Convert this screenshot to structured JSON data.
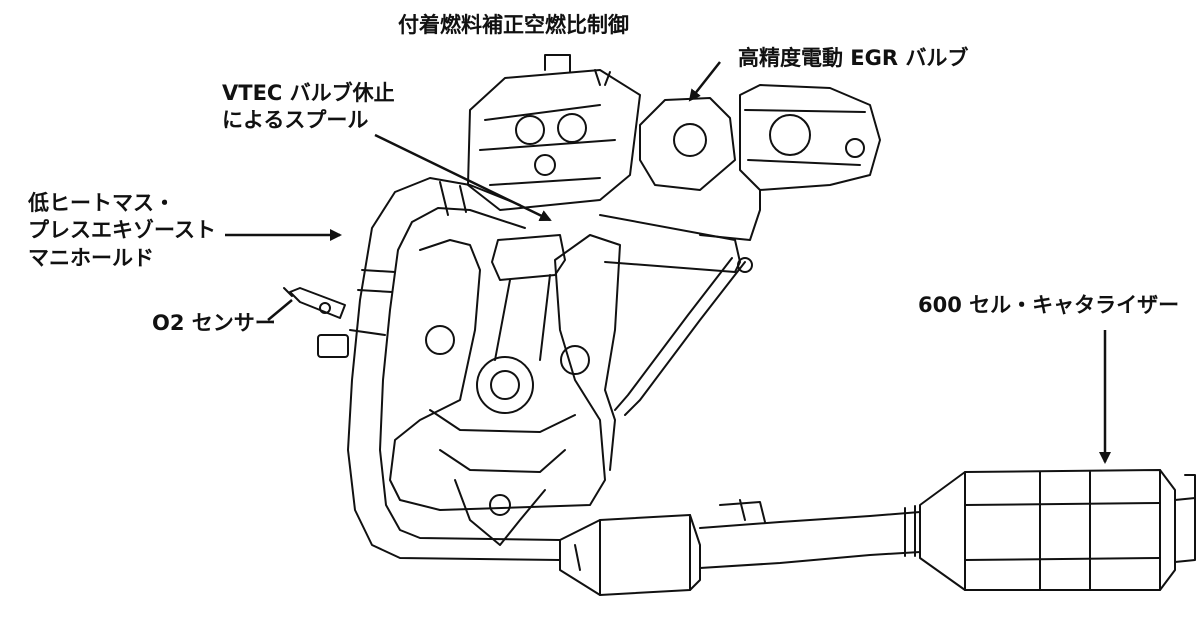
{
  "colors": {
    "line": "#111111",
    "background": "#ffffff"
  },
  "labels": {
    "fuel_correction": "付着燃料補正空燃比制御",
    "egr_valve": "高精度電動 EGR バルブ",
    "vtec_line1": "VTEC バルブ休止",
    "vtec_line2": "によるスプール",
    "manifold_line1": "低ヒートマス・",
    "manifold_line2": "プレスエキゾースト",
    "manifold_line3": "マニホールド",
    "o2_sensor": "O2 センサー",
    "catalyzer": "600 セル・キャタライザー"
  }
}
